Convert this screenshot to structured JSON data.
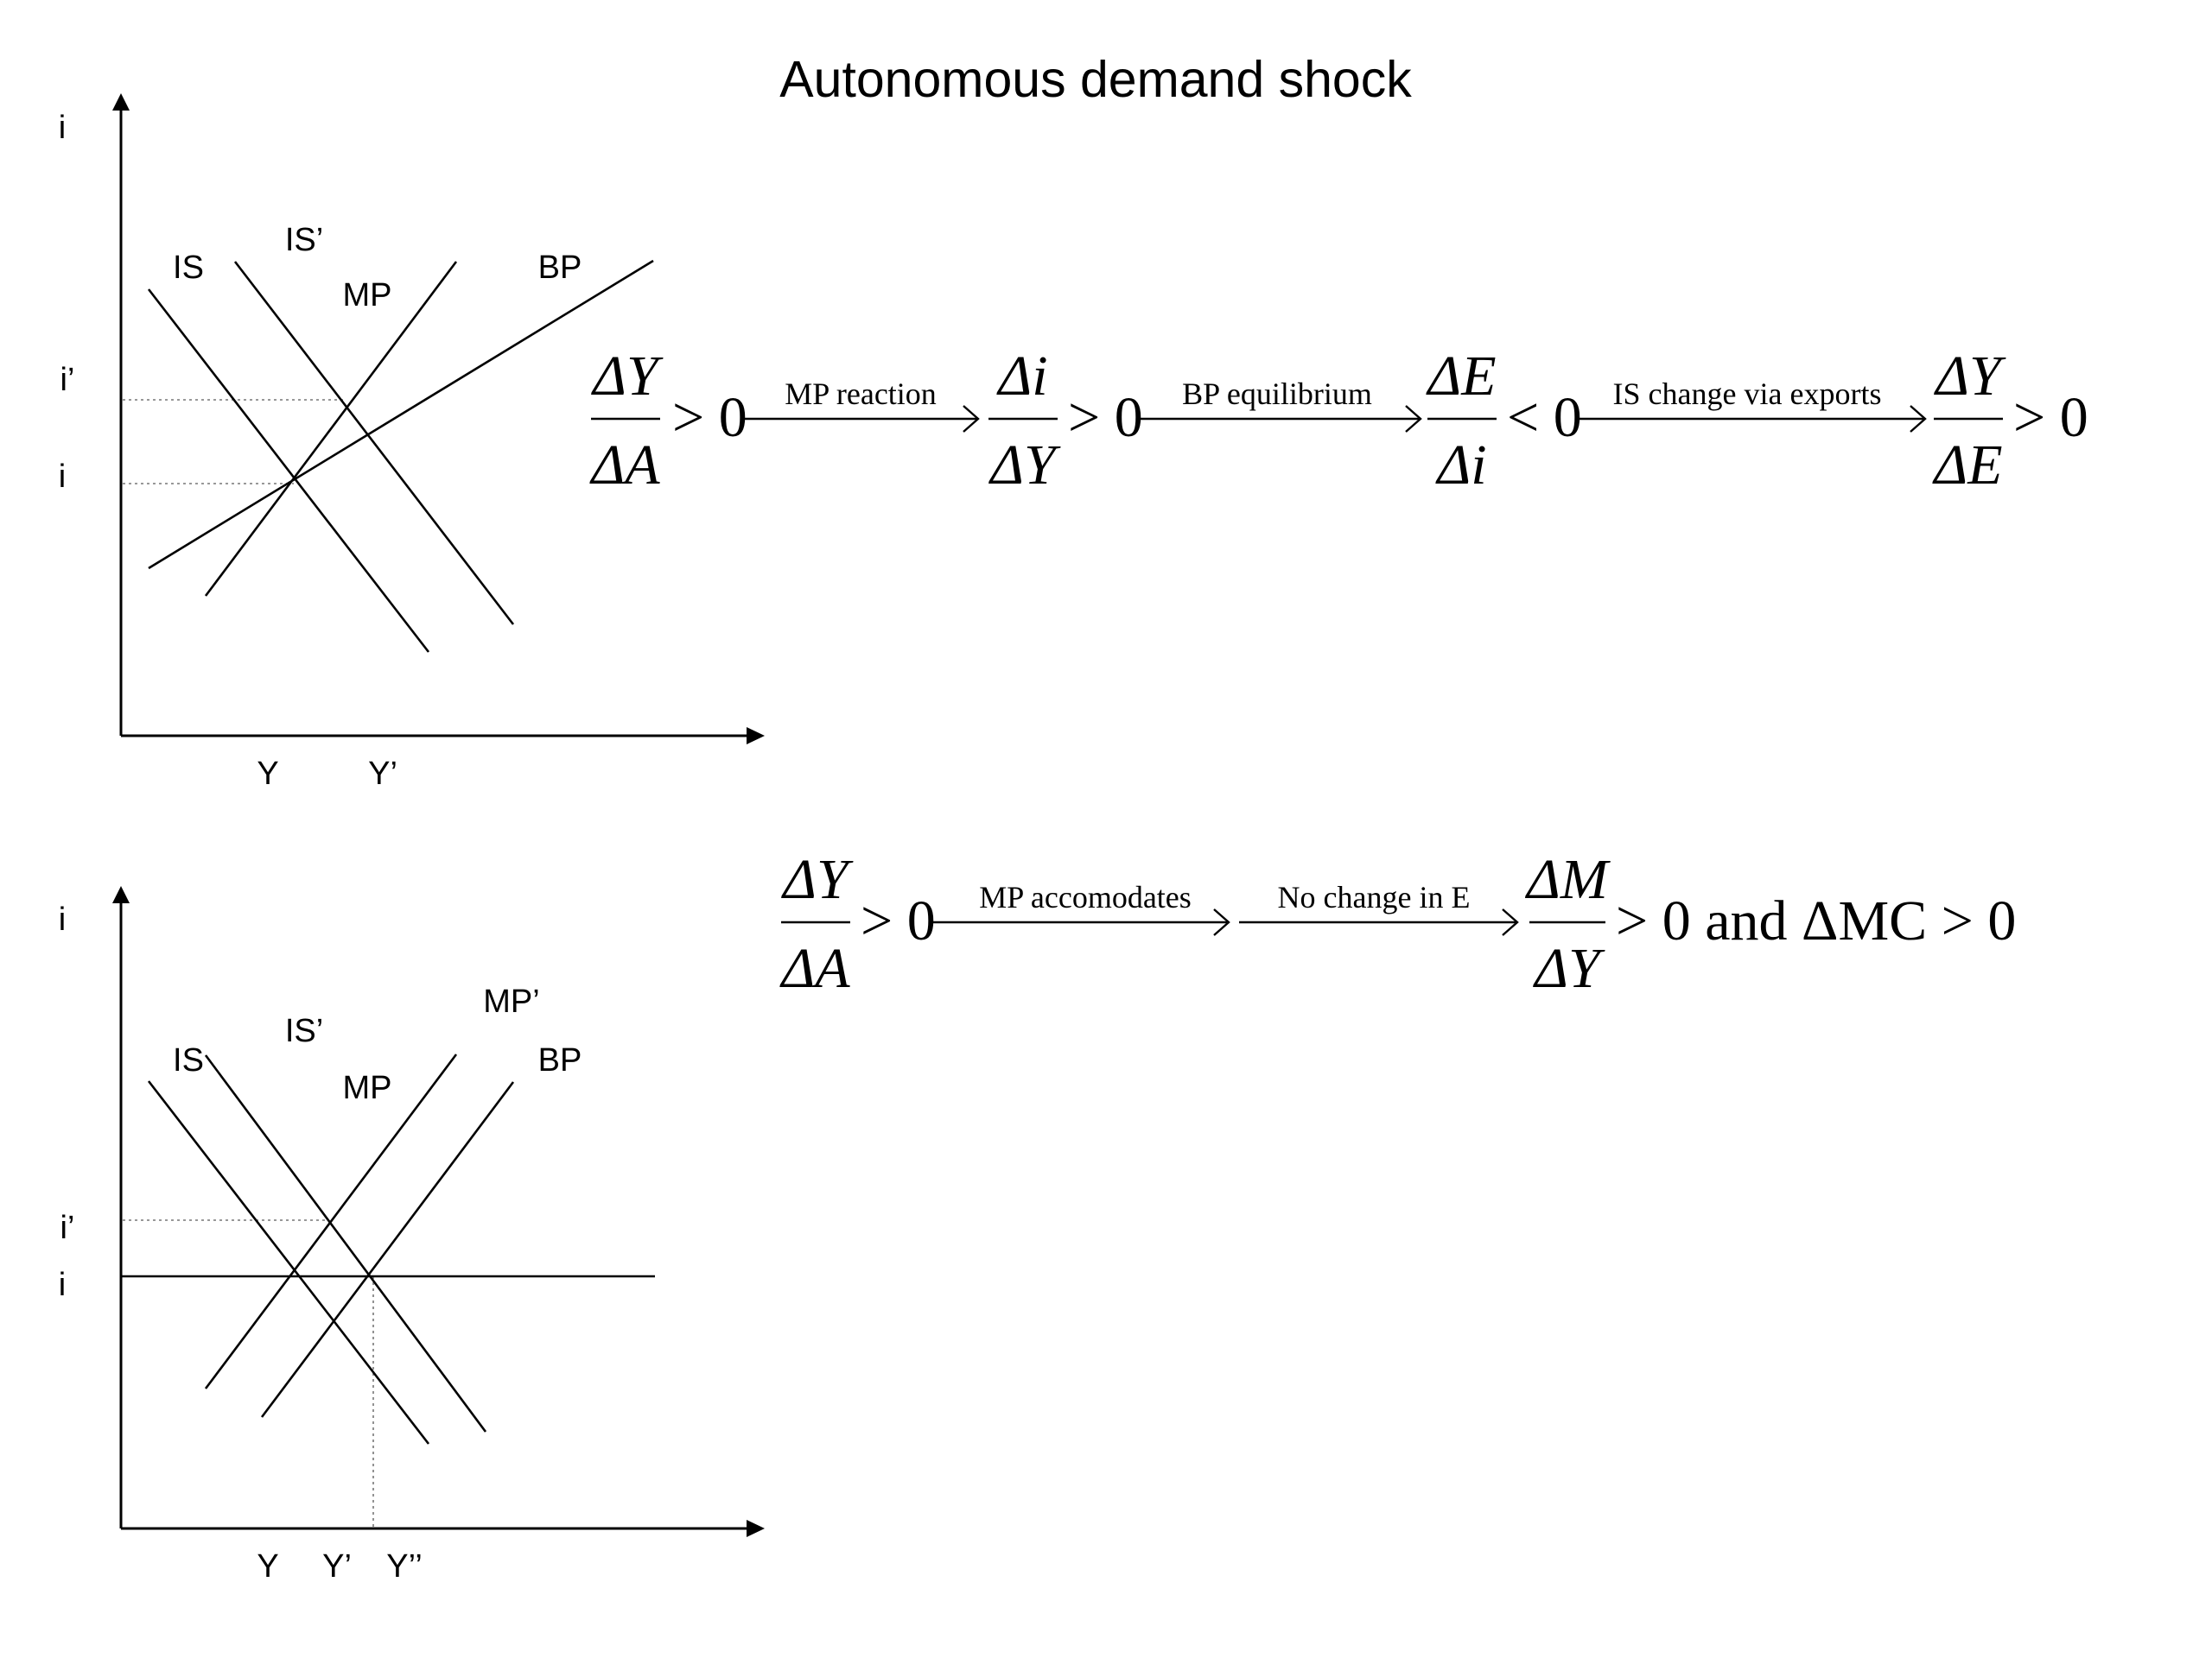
{
  "title": "Autonomous demand shock",
  "graph_top": {
    "y_axis_label": "i",
    "y_tick_labels": [
      "i’",
      "i"
    ],
    "x_tick_labels": [
      "Y",
      "Y’"
    ],
    "curve_labels": [
      "IS",
      "IS’",
      "MP",
      "BP"
    ]
  },
  "graph_bottom": {
    "y_axis_label": "i",
    "y_tick_labels": [
      "i’",
      "i"
    ],
    "x_tick_labels": [
      "Y",
      "Y’",
      "Y’’"
    ],
    "curve_labels": [
      "IS",
      "IS’",
      "MP",
      "MP’",
      "BP"
    ]
  },
  "chain_top": {
    "frac1": {
      "num": "ΔY",
      "den": "ΔA"
    },
    "rel1": "> 0",
    "arrow1": "MP reaction",
    "frac2": {
      "num": "Δi",
      "den": "ΔY"
    },
    "rel2": "> 0",
    "arrow2": "BP equilibrium",
    "frac3": {
      "num": "ΔE",
      "den": "Δi"
    },
    "rel3": "< 0",
    "arrow3": "IS change via exports",
    "frac4": {
      "num": "ΔY",
      "den": "ΔE"
    },
    "rel4": "> 0"
  },
  "chain_bottom": {
    "frac1": {
      "num": "ΔY",
      "den": "ΔA"
    },
    "rel1": "> 0",
    "arrow1": "MP accomodates",
    "arrow2": "No change in E",
    "frac2": {
      "num": "ΔM",
      "den": "ΔY"
    },
    "rel2": "> 0 and ΔMC > 0"
  }
}
